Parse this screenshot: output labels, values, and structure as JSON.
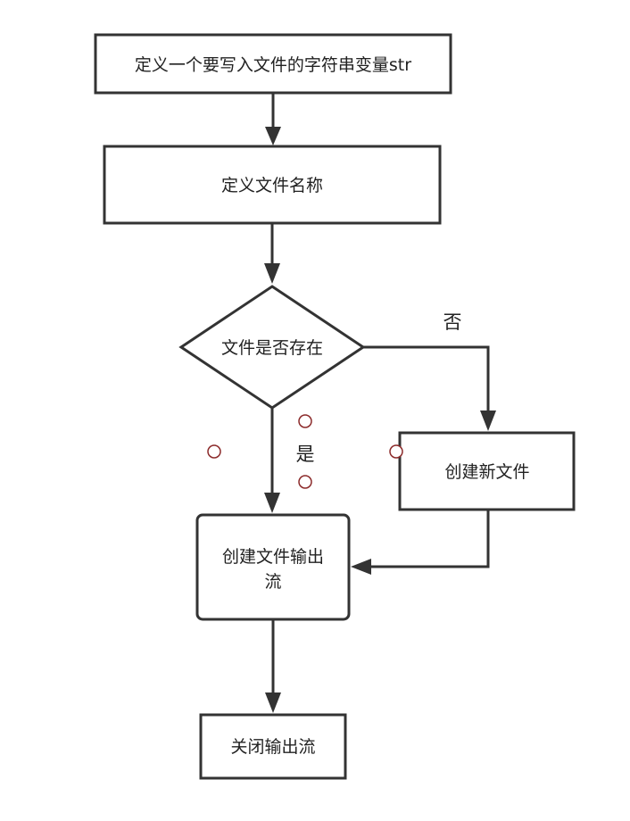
{
  "nodes": {
    "define_str": {
      "label": "定义一个要写入文件的字符串变量str"
    },
    "define_filename": {
      "label": "定义文件名称"
    },
    "file_exists": {
      "label": "文件是否存在"
    },
    "create_file": {
      "label": "创建新文件"
    },
    "create_stream": {
      "line1": "创建文件输出",
      "line2": "流"
    },
    "close_stream": {
      "label": "关闭输出流"
    }
  },
  "edges": {
    "no_label": "否",
    "yes_label": "是"
  },
  "colors": {
    "stroke": "#333333",
    "handle": "#8b2a2a"
  }
}
